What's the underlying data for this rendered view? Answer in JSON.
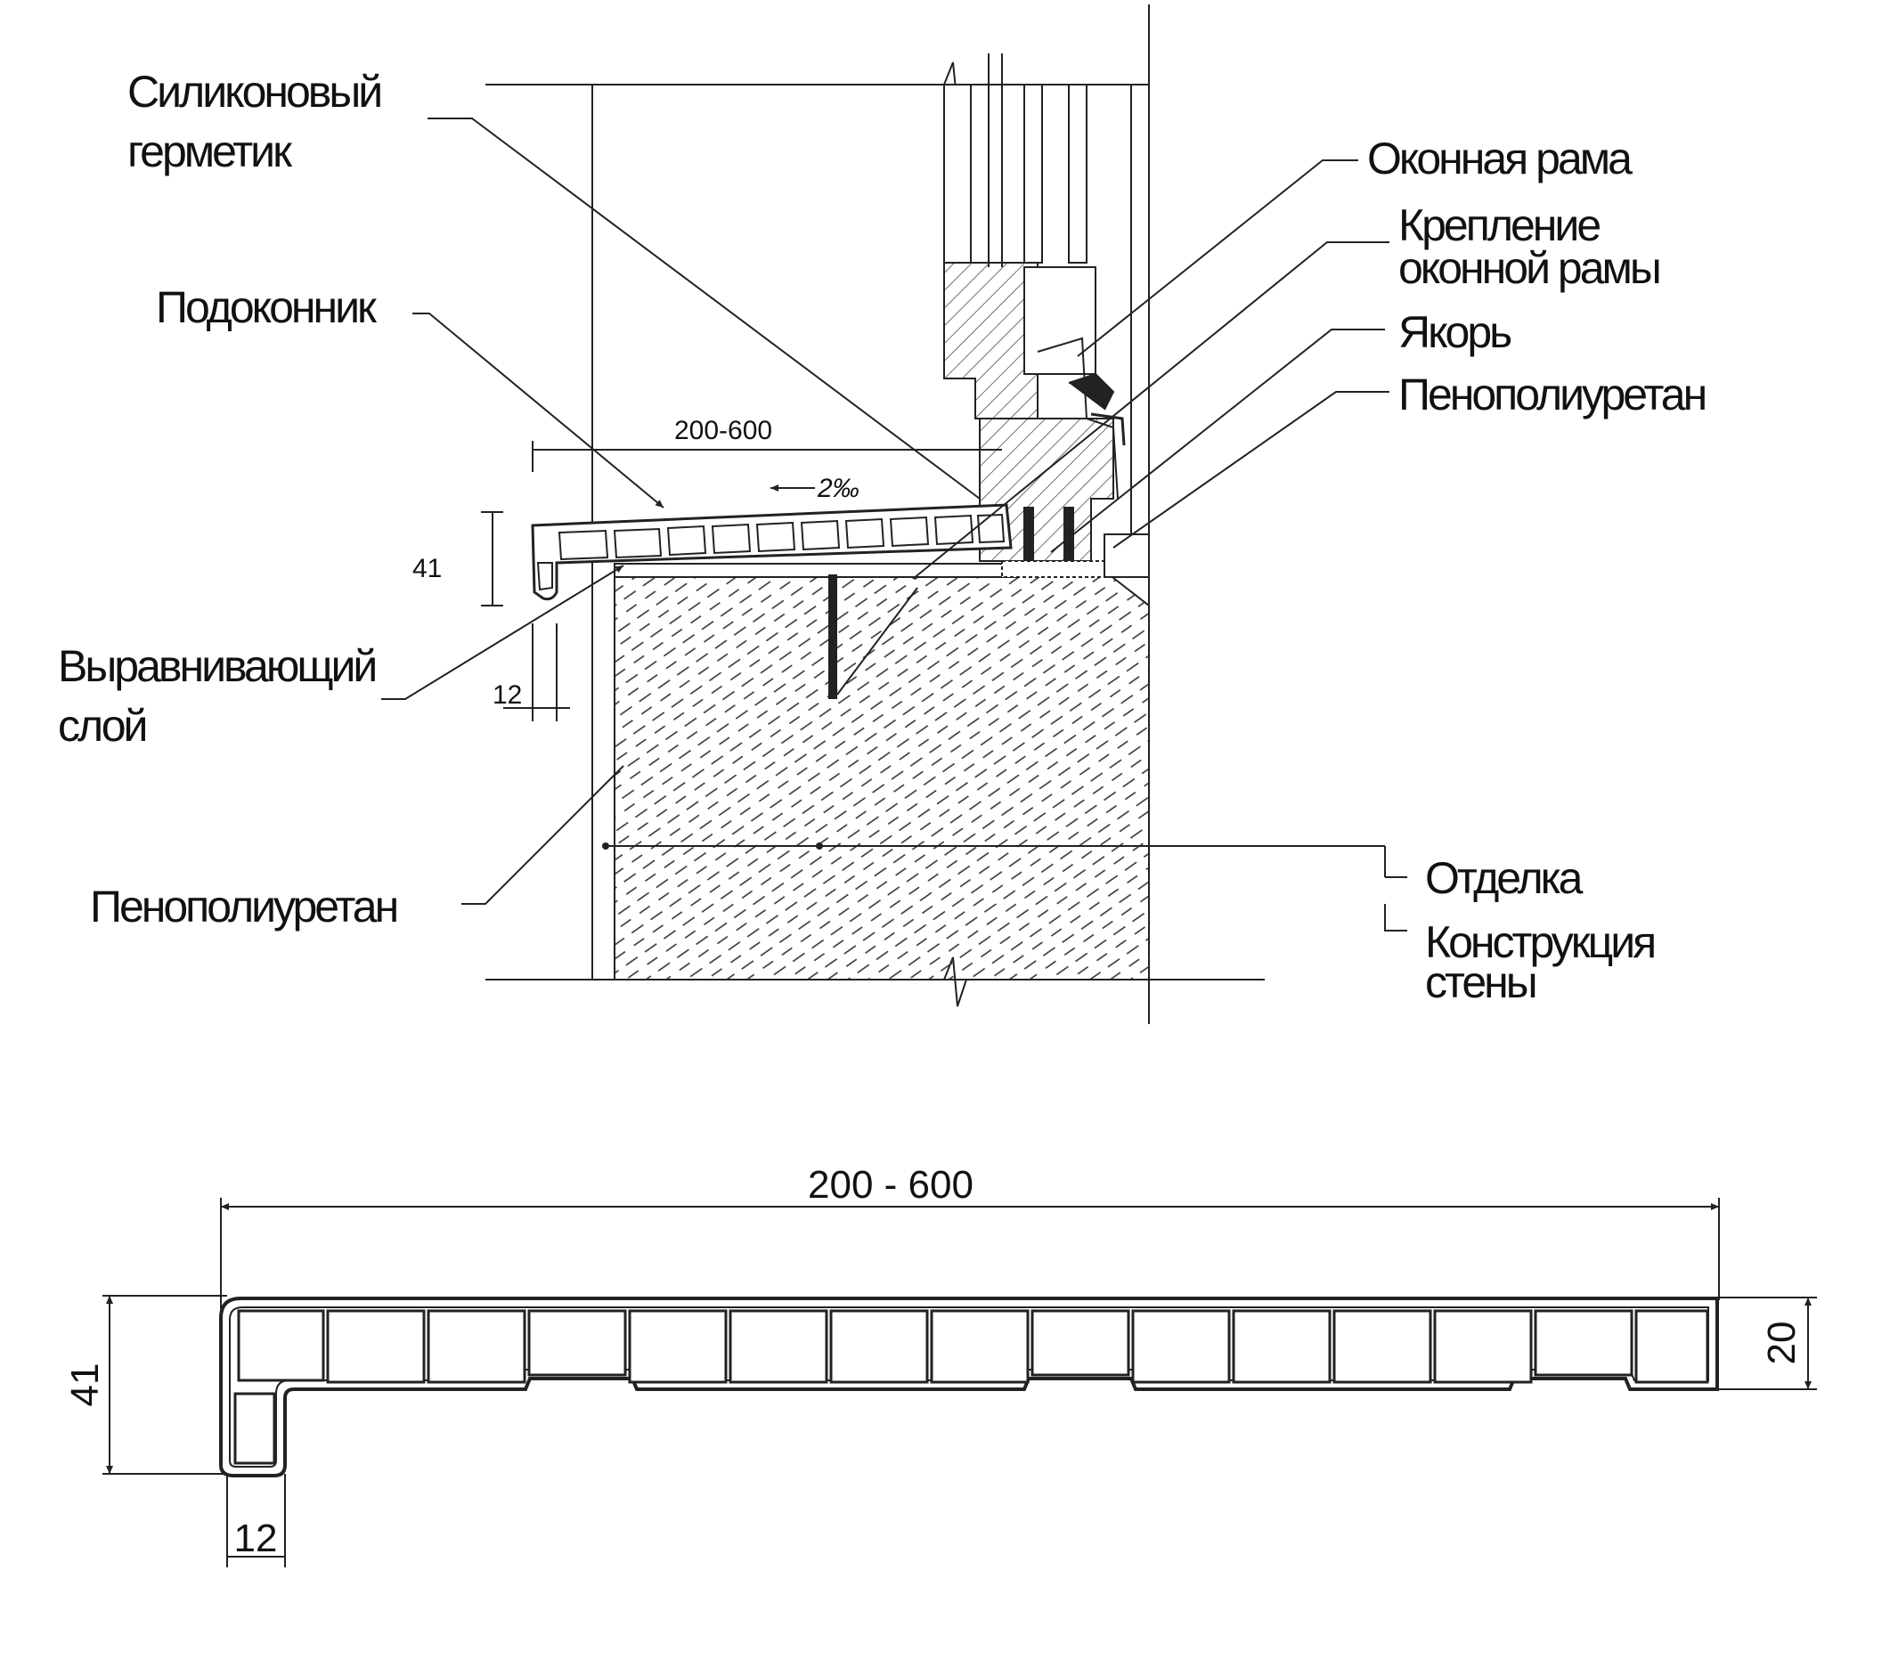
{
  "labels": {
    "silicone_1": "Силиконовый",
    "silicone_2": "герметик",
    "sill": "Подоконник",
    "leveling_1": "Выравнивающий",
    "leveling_2": "слой",
    "foam_left": "Пенополиуретан",
    "frame": "Оконная рама",
    "fastening_1": "Крепление",
    "fastening_2": "оконной рамы",
    "anchor": "Якорь",
    "foam_right": "Пенополиуретан",
    "finish": "Отделка",
    "wall_1": "Конструкция",
    "wall_2": "стены"
  },
  "section_dims": {
    "width": "200-600",
    "height": "41",
    "nose": "12",
    "slope": "2‰"
  },
  "profile_dims": {
    "width": "200 - 600",
    "height": "41",
    "board": "20",
    "nose": "12"
  }
}
